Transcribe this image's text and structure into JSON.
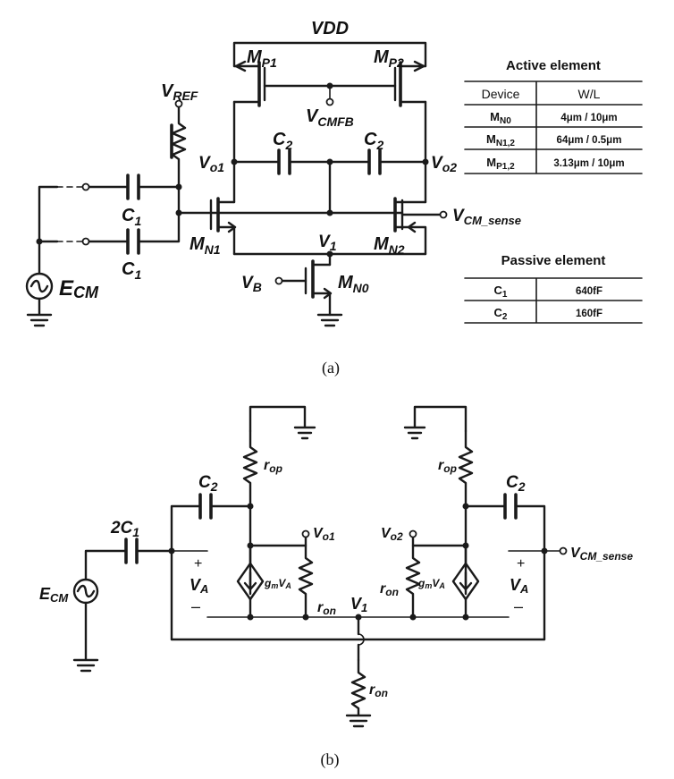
{
  "circuit_a": {
    "vdd": "VDD",
    "mp1": {
      "main": "M",
      "sub": "P1"
    },
    "mp2": {
      "main": "M",
      "sub": "P2"
    },
    "vref": {
      "main": "V",
      "sub": "REF"
    },
    "vcmfb": {
      "main": "V",
      "sub": "CMFB"
    },
    "c2_left": {
      "main": "C",
      "sub": "2"
    },
    "c2_right": {
      "main": "C",
      "sub": "2"
    },
    "vo1": {
      "main": "V",
      "sub": "o1"
    },
    "vo2": {
      "main": "V",
      "sub": "o2"
    },
    "c1_top": {
      "main": "C",
      "sub": "1"
    },
    "c1_bottom": {
      "main": "C",
      "sub": "1"
    },
    "vcm_sense": {
      "main": "V",
      "sub": "CM_sense"
    },
    "mn1": {
      "main": "M",
      "sub": "N1"
    },
    "mn2": {
      "main": "M",
      "sub": "N2"
    },
    "v1": {
      "main": "V",
      "sub": "1"
    },
    "vb": {
      "main": "V",
      "sub": "B"
    },
    "mn0": {
      "main": "M",
      "sub": "N0"
    },
    "ecm": {
      "main": "E",
      "sub": "CM"
    }
  },
  "active_table": {
    "title": "Active element",
    "headers": [
      "Device",
      "W/L"
    ],
    "rows": [
      {
        "device": "M",
        "sub": "N0",
        "wl": "4μm / 10μm"
      },
      {
        "device": "M",
        "sub": "N1,2",
        "wl": "64μm / 0.5μm"
      },
      {
        "device": "M",
        "sub": "P1,2",
        "wl": "3.13μm / 10μm"
      }
    ]
  },
  "passive_table": {
    "title": "Passive element",
    "rows": [
      {
        "device": "C",
        "sub": "1",
        "value": "640fF"
      },
      {
        "device": "C",
        "sub": "2",
        "value": "160fF"
      }
    ]
  },
  "caption_a": "(a)",
  "circuit_b": {
    "c2_left": {
      "main": "C",
      "sub": "2"
    },
    "c2_right": {
      "main": "C",
      "sub": "2"
    },
    "rop_left": {
      "main": "r",
      "sub": "op"
    },
    "rop_right": {
      "main": "r",
      "sub": "op"
    },
    "two_c1": {
      "main": "2C",
      "sub": "1"
    },
    "vo1": {
      "main": "V",
      "sub": "o1"
    },
    "vo2": {
      "main": "V",
      "sub": "o2"
    },
    "vcm_sense": {
      "main": "V",
      "sub": "CM_sense"
    },
    "plus_left": "+",
    "plus_right": "+",
    "va_left": {
      "main": "V",
      "sub": "A"
    },
    "va_right": {
      "main": "V",
      "sub": "A"
    },
    "minus_left": "–",
    "minus_right": "–",
    "gm_left": {
      "g": "g",
      "gsub": "m",
      "v": "V",
      "vsub": "A"
    },
    "gm_right": {
      "g": "g",
      "gsub": "m",
      "v": "V",
      "vsub": "A"
    },
    "ron_left": {
      "main": "r",
      "sub": "on"
    },
    "ron_right": {
      "main": "r",
      "sub": "on"
    },
    "ron_bottom": {
      "main": "r",
      "sub": "on"
    },
    "v1": {
      "main": "V",
      "sub": "1"
    },
    "ecm": {
      "main": "E",
      "sub": "CM"
    }
  },
  "caption_b": "(b)"
}
